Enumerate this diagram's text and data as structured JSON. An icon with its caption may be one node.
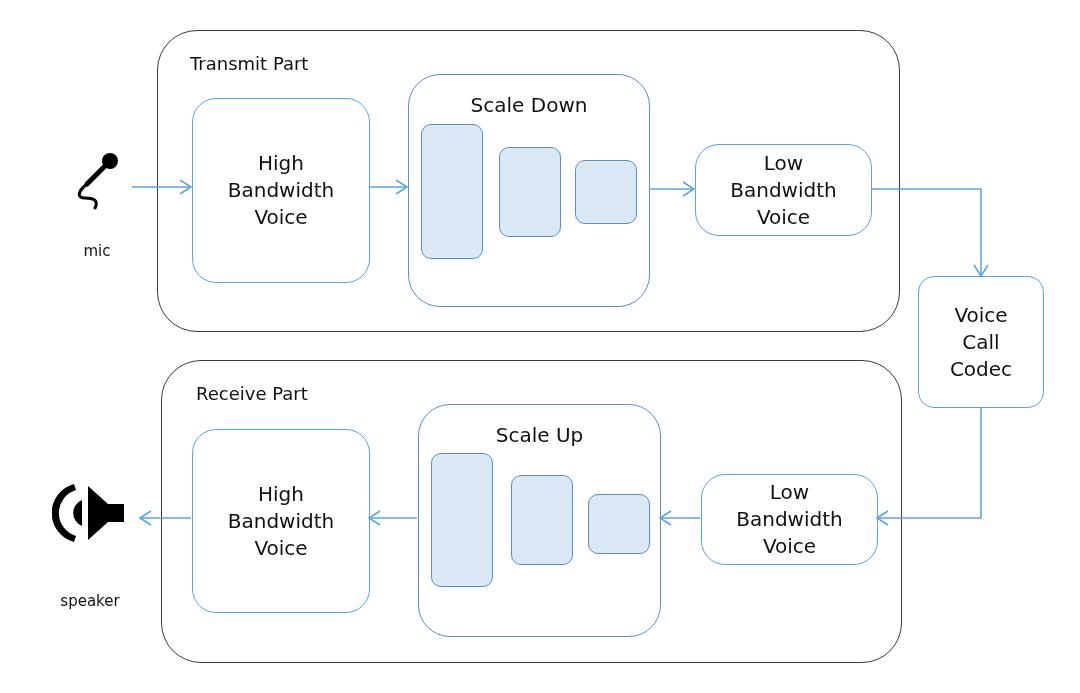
{
  "diagram": {
    "nodes": [
      {
        "text": [
          "Transmit Part"
        ]
      },
      {
        "text": [
          "mic"
        ]
      },
      {
        "text": [
          "High Bandwidth Voice"
        ],
        "in": 0
      },
      {
        "text": [
          "Scale Down"
        ],
        "in": 0
      },
      {
        "text": [],
        "shape": "box",
        "in": 3
      },
      {
        "text": [],
        "shape": "box",
        "in": 3
      },
      {
        "text": [],
        "shape": "box",
        "in": 3
      },
      {
        "text": [
          "Low Bandwidth Voice"
        ],
        "in": 0
      },
      {
        "text": [
          "Voice Call Codec"
        ]
      },
      {
        "text": [
          "Receive Part"
        ]
      },
      {
        "text": [
          "High Bandwidth Voice"
        ],
        "in": 9
      },
      {
        "text": [
          "Scale Up"
        ],
        "in": 9
      },
      {
        "text": [],
        "shape": "box",
        "in": 11
      },
      {
        "text": [],
        "shape": "box",
        "in": 11
      },
      {
        "text": [],
        "shape": "box",
        "in": 11
      },
      {
        "text": [
          "Low Bandwidth Voice"
        ],
        "in": 9
      },
      {
        "text": [
          "speaker"
        ]
      }
    ],
    "edges": [
      {
        "from": 1,
        "to": 2,
        "arrow": "to"
      },
      {
        "from": 2,
        "to": 3,
        "arrow": "to"
      },
      {
        "from": 3,
        "to": 7,
        "arrow": "to"
      },
      {
        "from": 7,
        "to": 8,
        "arrow": "to"
      },
      {
        "from": 8,
        "to": 15,
        "arrow": "to"
      },
      {
        "from": 15,
        "to": 11,
        "arrow": "to"
      },
      {
        "from": 11,
        "to": 10,
        "arrow": "to"
      },
      {
        "from": 10,
        "to": 16,
        "arrow": "to"
      }
    ]
  }
}
